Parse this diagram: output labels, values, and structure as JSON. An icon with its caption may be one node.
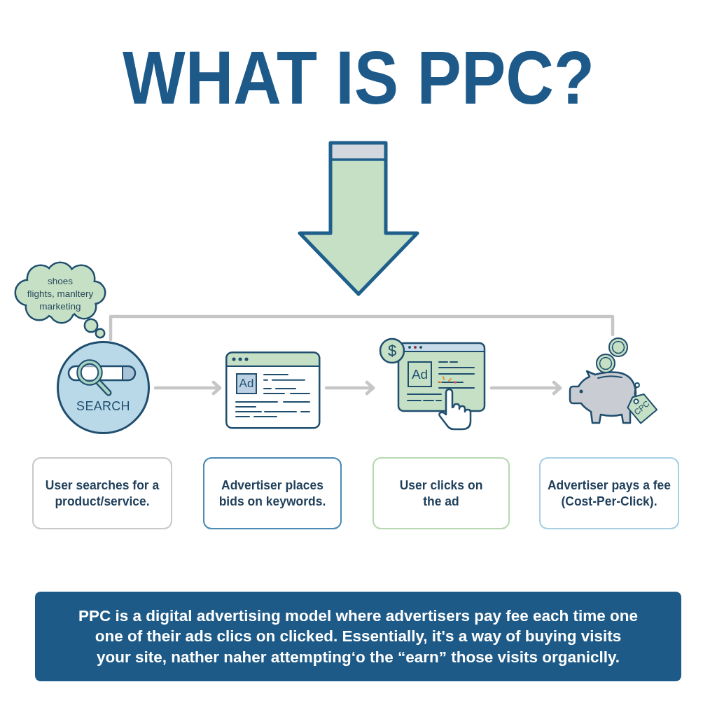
{
  "diagram": {
    "title": "WHAT IS PPC?",
    "nodes": [
      {
        "text": [
          "shoes",
          "flights, manltery",
          "marketing"
        ]
      },
      {
        "text": [
          "SEARCH"
        ]
      },
      {
        "text": [
          "Ad"
        ]
      },
      {
        "text": [
          "$",
          "Ad"
        ]
      },
      {
        "text": [
          "CPC"
        ]
      },
      {
        "text": [
          "User searches for a product/service."
        ]
      },
      {
        "text": [
          "Advertiser places bids on keywords."
        ]
      },
      {
        "text": [
          "User clicks on the ad"
        ]
      },
      {
        "text": [
          "Advertiser pays a fee (Cost-Per-Click)."
        ]
      },
      {
        "text": [
          "PPC is a digital advertising model where advertisers pay fee each time one one of their ads clics on clicked. Essentially, it's a way of buying visits your site, nather naher attempting‘o the “earn” those visits organiclly."
        ]
      }
    ],
    "edges": [
      {
        "from": 1,
        "to": 2,
        "arrow": "to"
      },
      {
        "from": 2,
        "to": 3,
        "arrow": "to"
      },
      {
        "from": 3,
        "to": 4,
        "arrow": "to"
      },
      {
        "from": 1,
        "to": 4,
        "arrow": "none"
      }
    ]
  }
}
